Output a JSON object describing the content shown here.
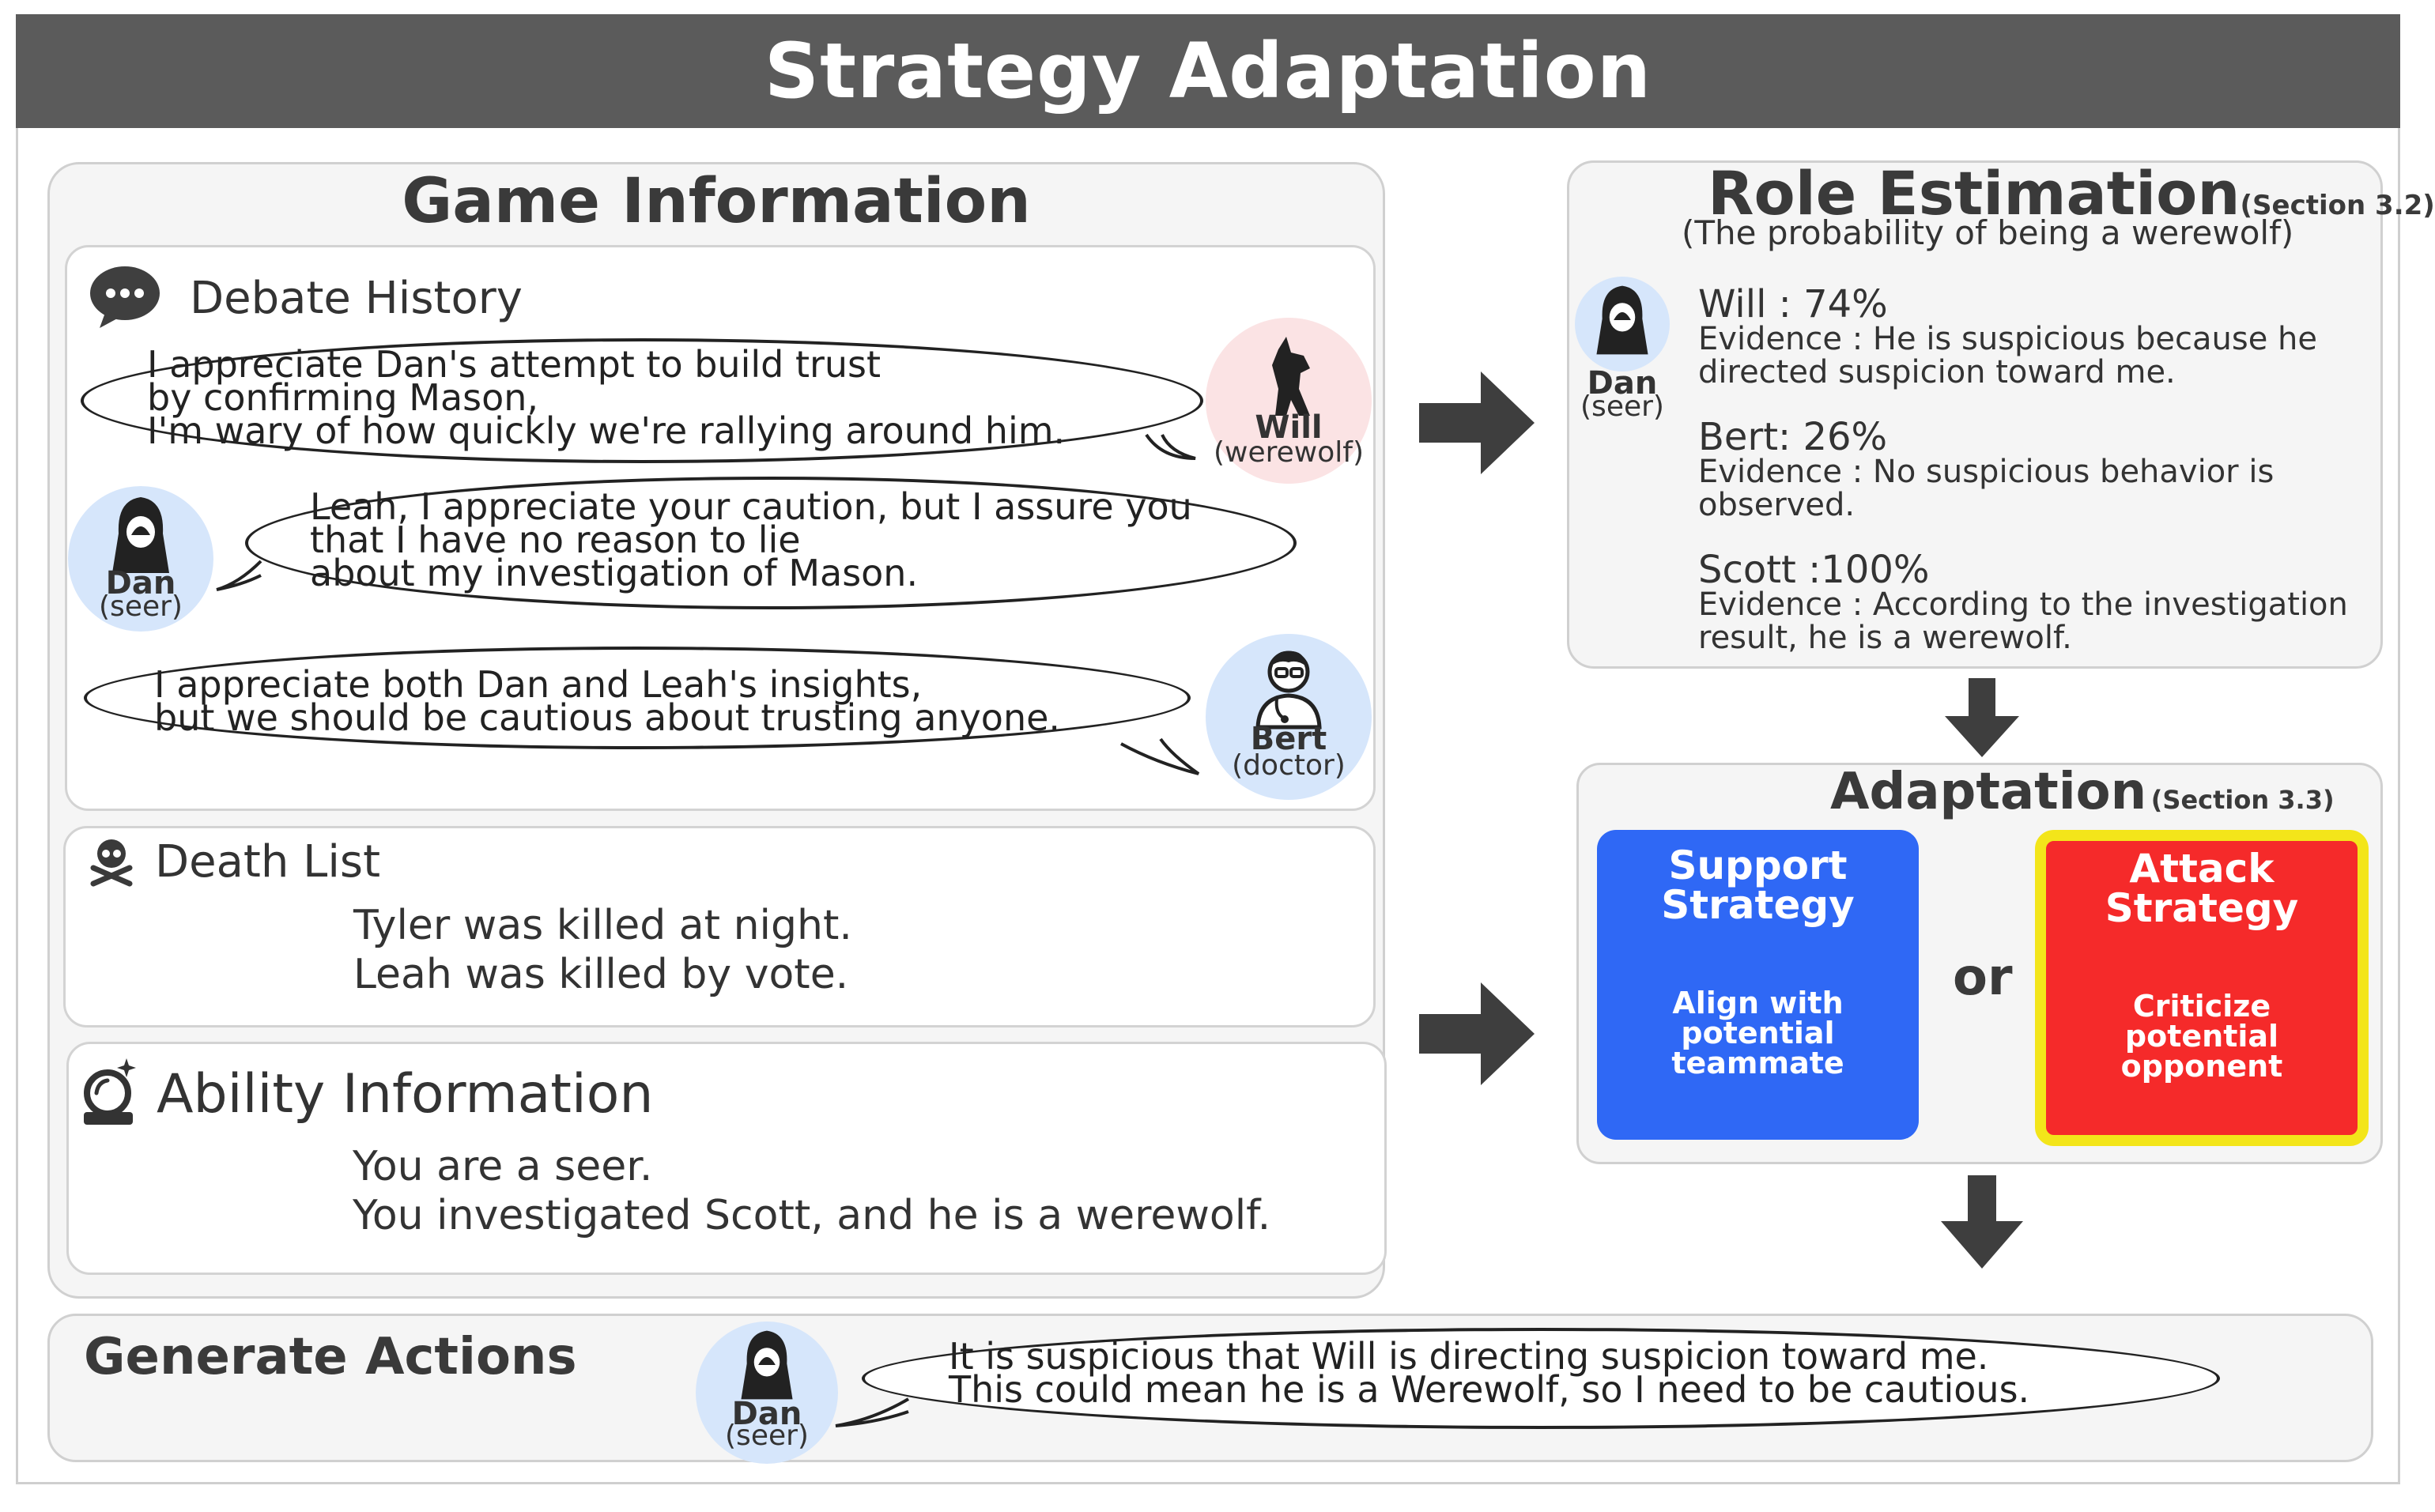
{
  "title": "Strategy Adaptation",
  "game_info": {
    "title": "Game Information",
    "debate": {
      "label": "Debate History",
      "messages": [
        {
          "speaker": "Will",
          "role": "(werewolf)",
          "lines": [
            "I appreciate Dan's attempt to build trust",
            "by confirming Mason,",
            "I'm wary of how quickly we're rallying around him."
          ]
        },
        {
          "speaker": "Dan",
          "role": "(seer)",
          "lines": [
            "Leah, I appreciate your caution, but I assure you",
            "that I have no reason to lie",
            "about my investigation of Mason."
          ]
        },
        {
          "speaker": "Bert",
          "role": "(doctor)",
          "lines": [
            "I appreciate both Dan and Leah's insights,",
            "but we should be cautious about trusting anyone."
          ]
        }
      ]
    },
    "death": {
      "label": "Death List",
      "lines": [
        "Tyler was killed at night.",
        "Leah was killed by vote."
      ]
    },
    "ability": {
      "label": "Ability Information",
      "lines": [
        "You are a seer.",
        "You investigated Scott, and he is a werewolf."
      ]
    }
  },
  "role_estimation": {
    "title": "Role Estimation",
    "section": "(Section 3.2)",
    "subtitle": "(The probability of being a werewolf)",
    "avatar_name": "Dan",
    "avatar_role": "(seer)",
    "entries": [
      {
        "head": "Will : 74%",
        "evidence": [
          "Evidence : He is suspicious because he",
          "directed suspicion toward me."
        ]
      },
      {
        "head": "Bert: 26%",
        "evidence": [
          "Evidence : No suspicious behavior is",
          "observed."
        ]
      },
      {
        "head": "Scott :100%",
        "evidence": [
          "Evidence : According to the investigation",
          "result, he is a werewolf."
        ]
      }
    ]
  },
  "adaptation": {
    "title": "Adaptation",
    "section": "(Section 3.3)",
    "or_label": "or",
    "support": {
      "title": [
        "Support",
        "Strategy"
      ],
      "desc": [
        "Align with",
        "potential teammate"
      ],
      "color": "#2f68f5"
    },
    "attack": {
      "title": [
        "Attack",
        "Strategy"
      ],
      "desc": [
        "Criticize",
        "potential opponent"
      ],
      "color": "#f52a2a",
      "border": "#f3e51a"
    }
  },
  "generate": {
    "title": "Generate Actions",
    "avatar_name": "Dan",
    "avatar_role": "(seer)",
    "lines": [
      "It is suspicious that Will is directing suspicion toward me.",
      "This could mean he is a Werewolf, so I need to be cautious."
    ]
  }
}
